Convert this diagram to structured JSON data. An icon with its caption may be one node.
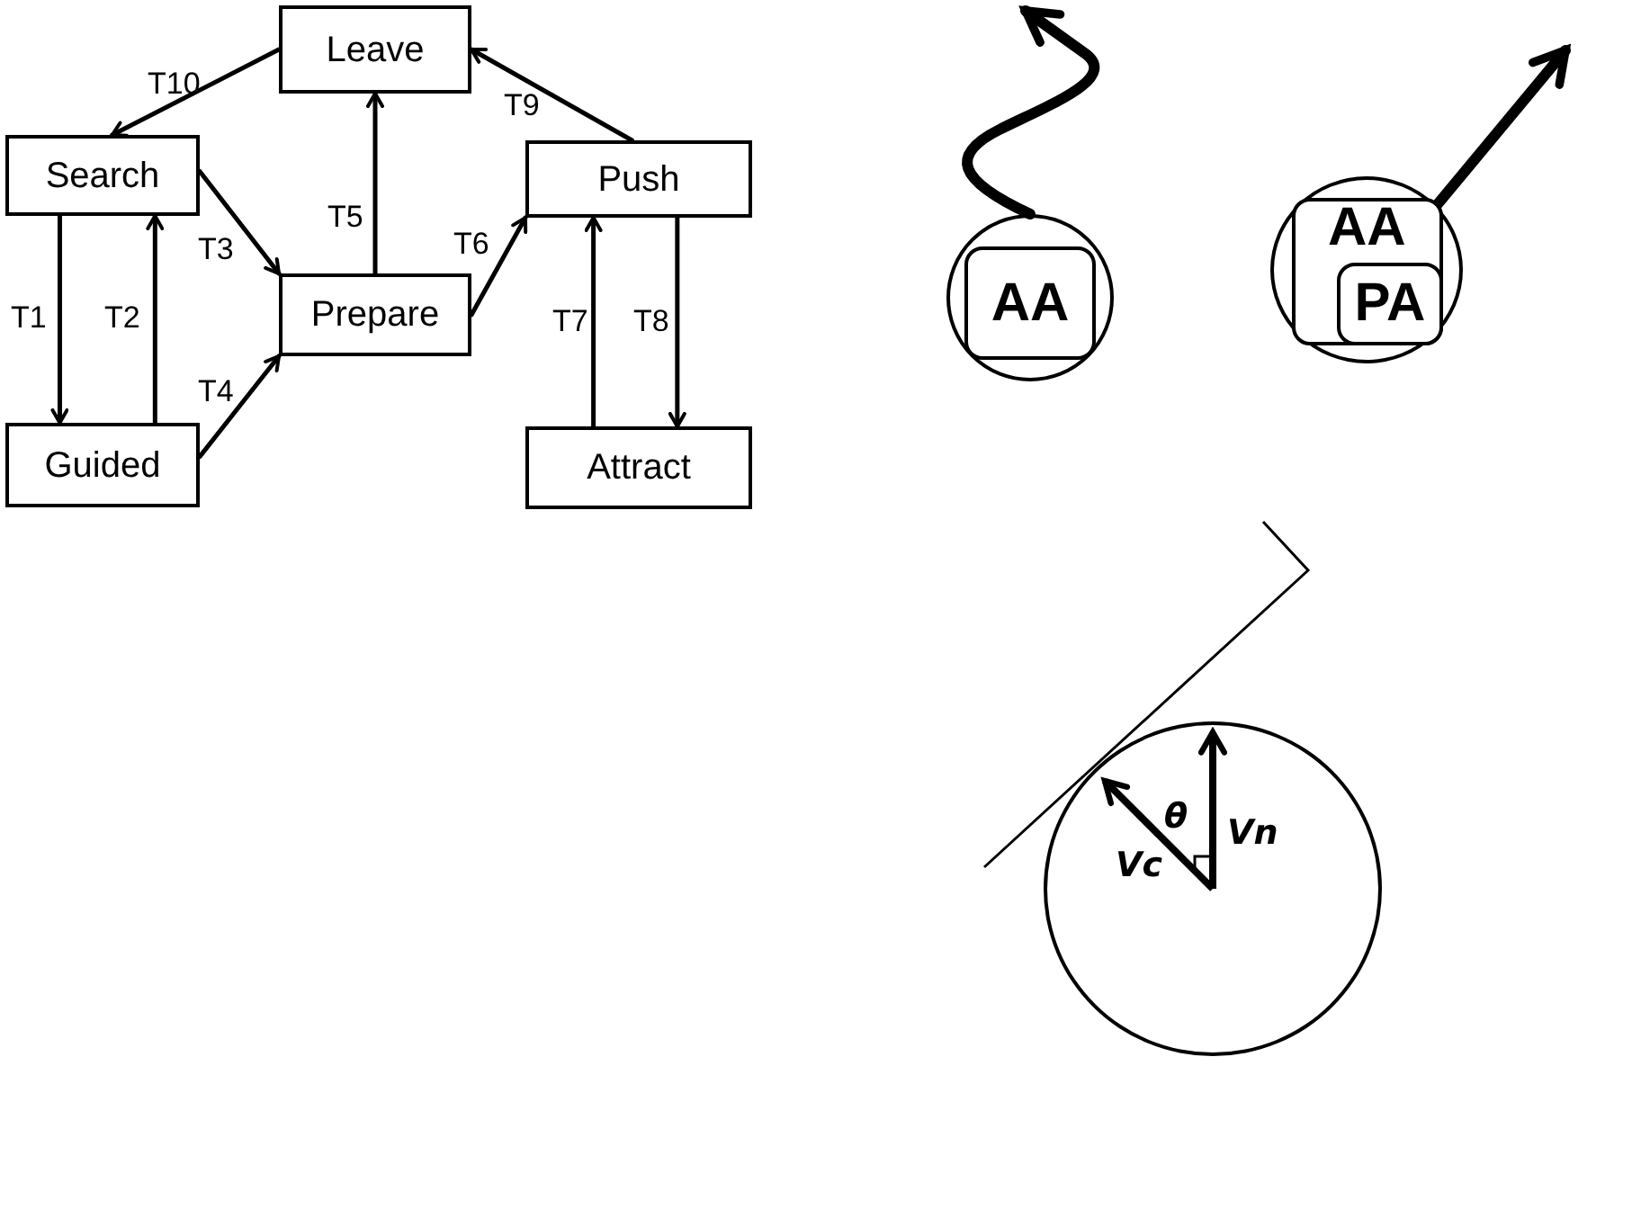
{
  "diagram": {
    "nodes": [
      {
        "text": [
          "Leave"
        ]
      },
      {
        "text": [
          "Search"
        ]
      },
      {
        "text": [
          "Push"
        ]
      },
      {
        "text": [
          "Prepare"
        ]
      },
      {
        "text": [
          "Guided"
        ]
      },
      {
        "text": [
          "Attract"
        ]
      },
      {
        "text": [],
        "shape": "circle"
      },
      {
        "text": [
          "AA"
        ],
        "in": 6
      },
      {
        "text": [],
        "shape": "circle"
      },
      {
        "text": [
          "AA"
        ],
        "in": 8
      },
      {
        "text": [
          "PA"
        ],
        "in": 9
      },
      {
        "text": [],
        "shape": "circle"
      }
    ],
    "edges": [
      {
        "from": 0,
        "to": 1,
        "arrow": "to",
        "label": "T10"
      },
      {
        "from": 2,
        "to": 0,
        "arrow": "to",
        "label": "T9"
      },
      {
        "from": 1,
        "to": 3,
        "arrow": "to",
        "label": "T3"
      },
      {
        "from": 3,
        "to": 0,
        "arrow": "to",
        "label": "T5"
      },
      {
        "from": 3,
        "to": 2,
        "arrow": "to",
        "label": "T6"
      },
      {
        "from": 1,
        "to": 4,
        "arrow": "to",
        "label": "T1"
      },
      {
        "from": 4,
        "to": 1,
        "arrow": "to",
        "label": "T2"
      },
      {
        "from": 4,
        "to": 3,
        "arrow": "to",
        "label": "T4"
      },
      {
        "from": 5,
        "to": 2,
        "arrow": "to",
        "label": "T7"
      },
      {
        "from": 2,
        "to": 5,
        "arrow": "to",
        "label": "T8"
      },
      {
        "from": 6,
        "to": null,
        "arrow": "to",
        "style": "thick"
      },
      {
        "from": 8,
        "to": null,
        "arrow": "to",
        "style": "thick"
      }
    ],
    "labels": [
      "θ",
      "Vn",
      "Vc"
    ]
  }
}
